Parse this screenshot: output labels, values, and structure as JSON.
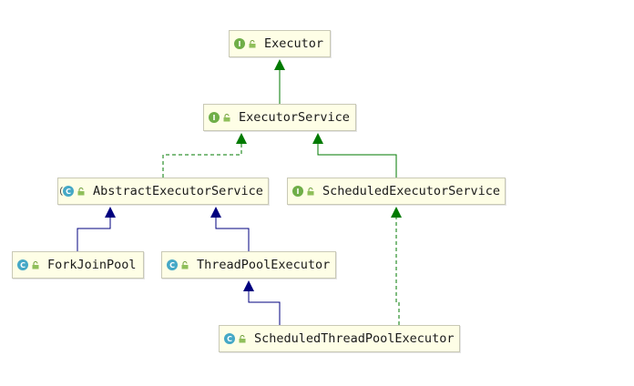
{
  "colors": {
    "extends_arrow": "#00007f",
    "implements_arrow": "#007a00",
    "interface_badge": "#6fae48",
    "class_badge": "#45a8c6",
    "node_fill": "#fefee6",
    "node_border": "#c9c9b6"
  },
  "nodes": {
    "executor": {
      "label": "Executor",
      "kind": "interface",
      "badge": "I"
    },
    "executor_service": {
      "label": "ExecutorService",
      "kind": "interface",
      "badge": "I"
    },
    "abstract_executor": {
      "label": "AbstractExecutorService",
      "kind": "abstract",
      "badge": "C"
    },
    "scheduled_service": {
      "label": "ScheduledExecutorService",
      "kind": "interface",
      "badge": "I"
    },
    "fork_join_pool": {
      "label": "ForkJoinPool",
      "kind": "class",
      "badge": "C"
    },
    "thread_pool": {
      "label": "ThreadPoolExecutor",
      "kind": "class",
      "badge": "C"
    },
    "scheduled_thread_pool": {
      "label": "ScheduledThreadPoolExecutor",
      "kind": "class",
      "badge": "C"
    }
  },
  "edges": [
    {
      "from": "executor_service",
      "to": "executor",
      "type": "extends-interface"
    },
    {
      "from": "abstract_executor",
      "to": "executor_service",
      "type": "implements"
    },
    {
      "from": "scheduled_service",
      "to": "executor_service",
      "type": "extends-interface"
    },
    {
      "from": "fork_join_pool",
      "to": "abstract_executor",
      "type": "extends"
    },
    {
      "from": "thread_pool",
      "to": "abstract_executor",
      "type": "extends"
    },
    {
      "from": "scheduled_thread_pool",
      "to": "thread_pool",
      "type": "extends"
    },
    {
      "from": "scheduled_thread_pool",
      "to": "scheduled_service",
      "type": "implements"
    }
  ]
}
